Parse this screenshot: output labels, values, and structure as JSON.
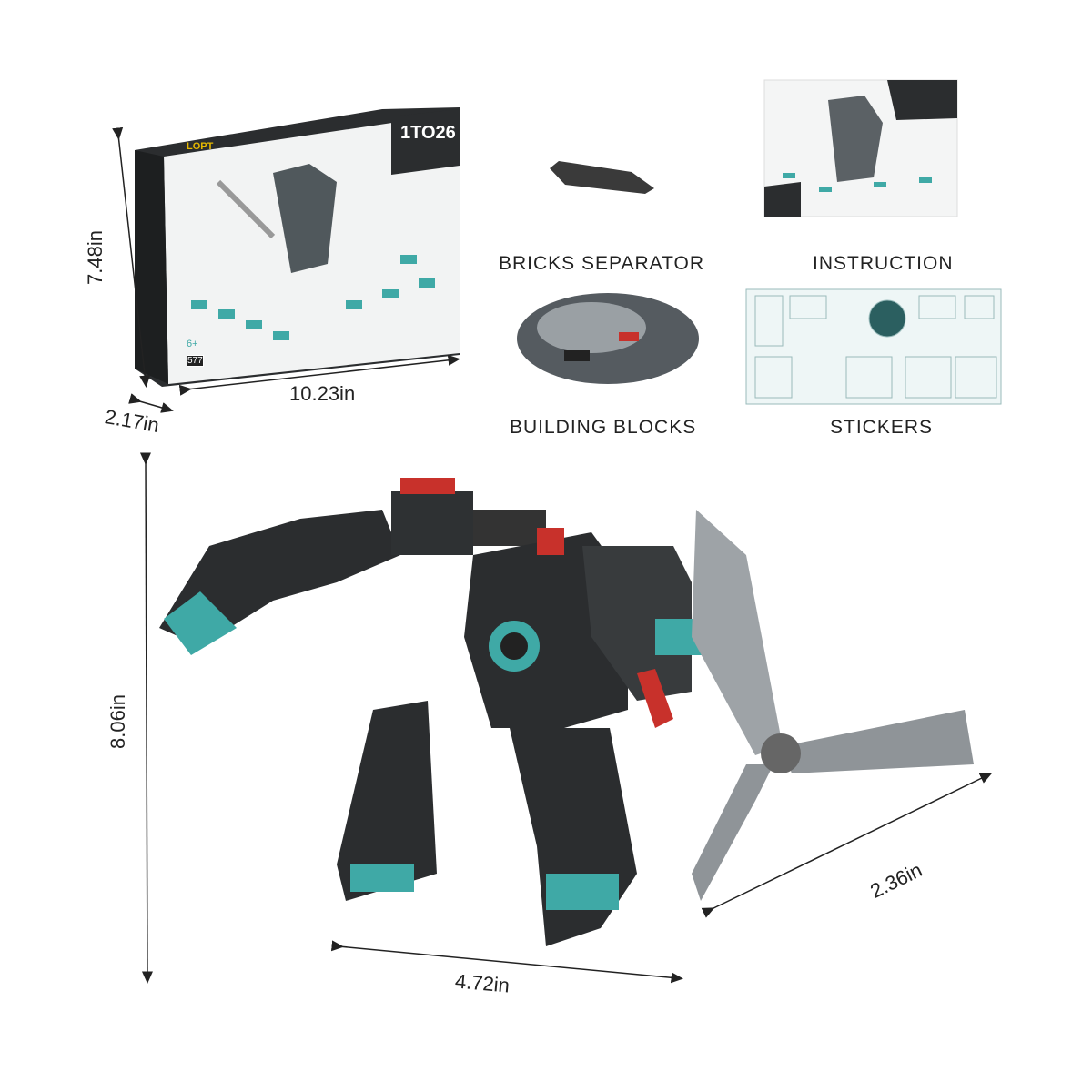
{
  "box": {
    "logo": "LOPT",
    "series": "1TO26",
    "age": "6+",
    "pieces": "577"
  },
  "labels": {
    "separator": "BRICKS SEPARATOR",
    "instruction": "INSTRUCTION",
    "blocks": "BUILDING BLOCKS",
    "stickers": "STICKERS"
  },
  "dimensions": {
    "box_height": "7.48in",
    "box_width": "10.23in",
    "box_depth": "2.17in",
    "robot_height": "8.06in",
    "robot_width": "4.72in",
    "robot_depth": "2.36in"
  },
  "colors": {
    "teal": "#3fa9a6",
    "red": "#c8312b",
    "dark": "#2b2d2f",
    "grey": "#9a9ea1"
  }
}
